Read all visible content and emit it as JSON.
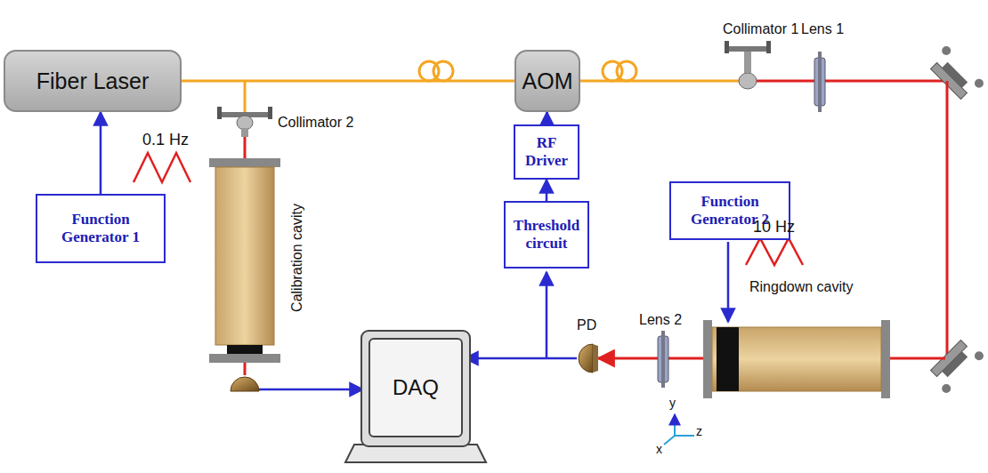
{
  "diagram": {
    "nodes": [
      {
        "text": [
          "Fiber Laser"
        ]
      },
      {
        "text": [
          "AOM"
        ]
      },
      {
        "text": [
          "Function Generator 1"
        ]
      },
      {
        "text": [
          "RF Driver"
        ]
      },
      {
        "text": [
          "Function Generator 2"
        ]
      },
      {
        "text": [
          "Threshold circuit"
        ]
      },
      {
        "text": [
          "DAQ"
        ]
      }
    ],
    "edges": [
      {
        "from": 2,
        "to": 0,
        "arrow": "to"
      },
      {
        "from": 0,
        "to": 1,
        "arrow": "none"
      },
      {
        "from": 3,
        "to": 1,
        "arrow": "to"
      },
      {
        "from": 5,
        "to": 3,
        "arrow": "to"
      }
    ],
    "labels": [
      "0.1 Hz",
      "Collimator 2",
      "Calibration cavity",
      "Collimator 1",
      "Lens 1",
      "10 Hz",
      "Ringdown cavity",
      "PD",
      "Lens 2",
      "y",
      "x",
      "z"
    ]
  }
}
